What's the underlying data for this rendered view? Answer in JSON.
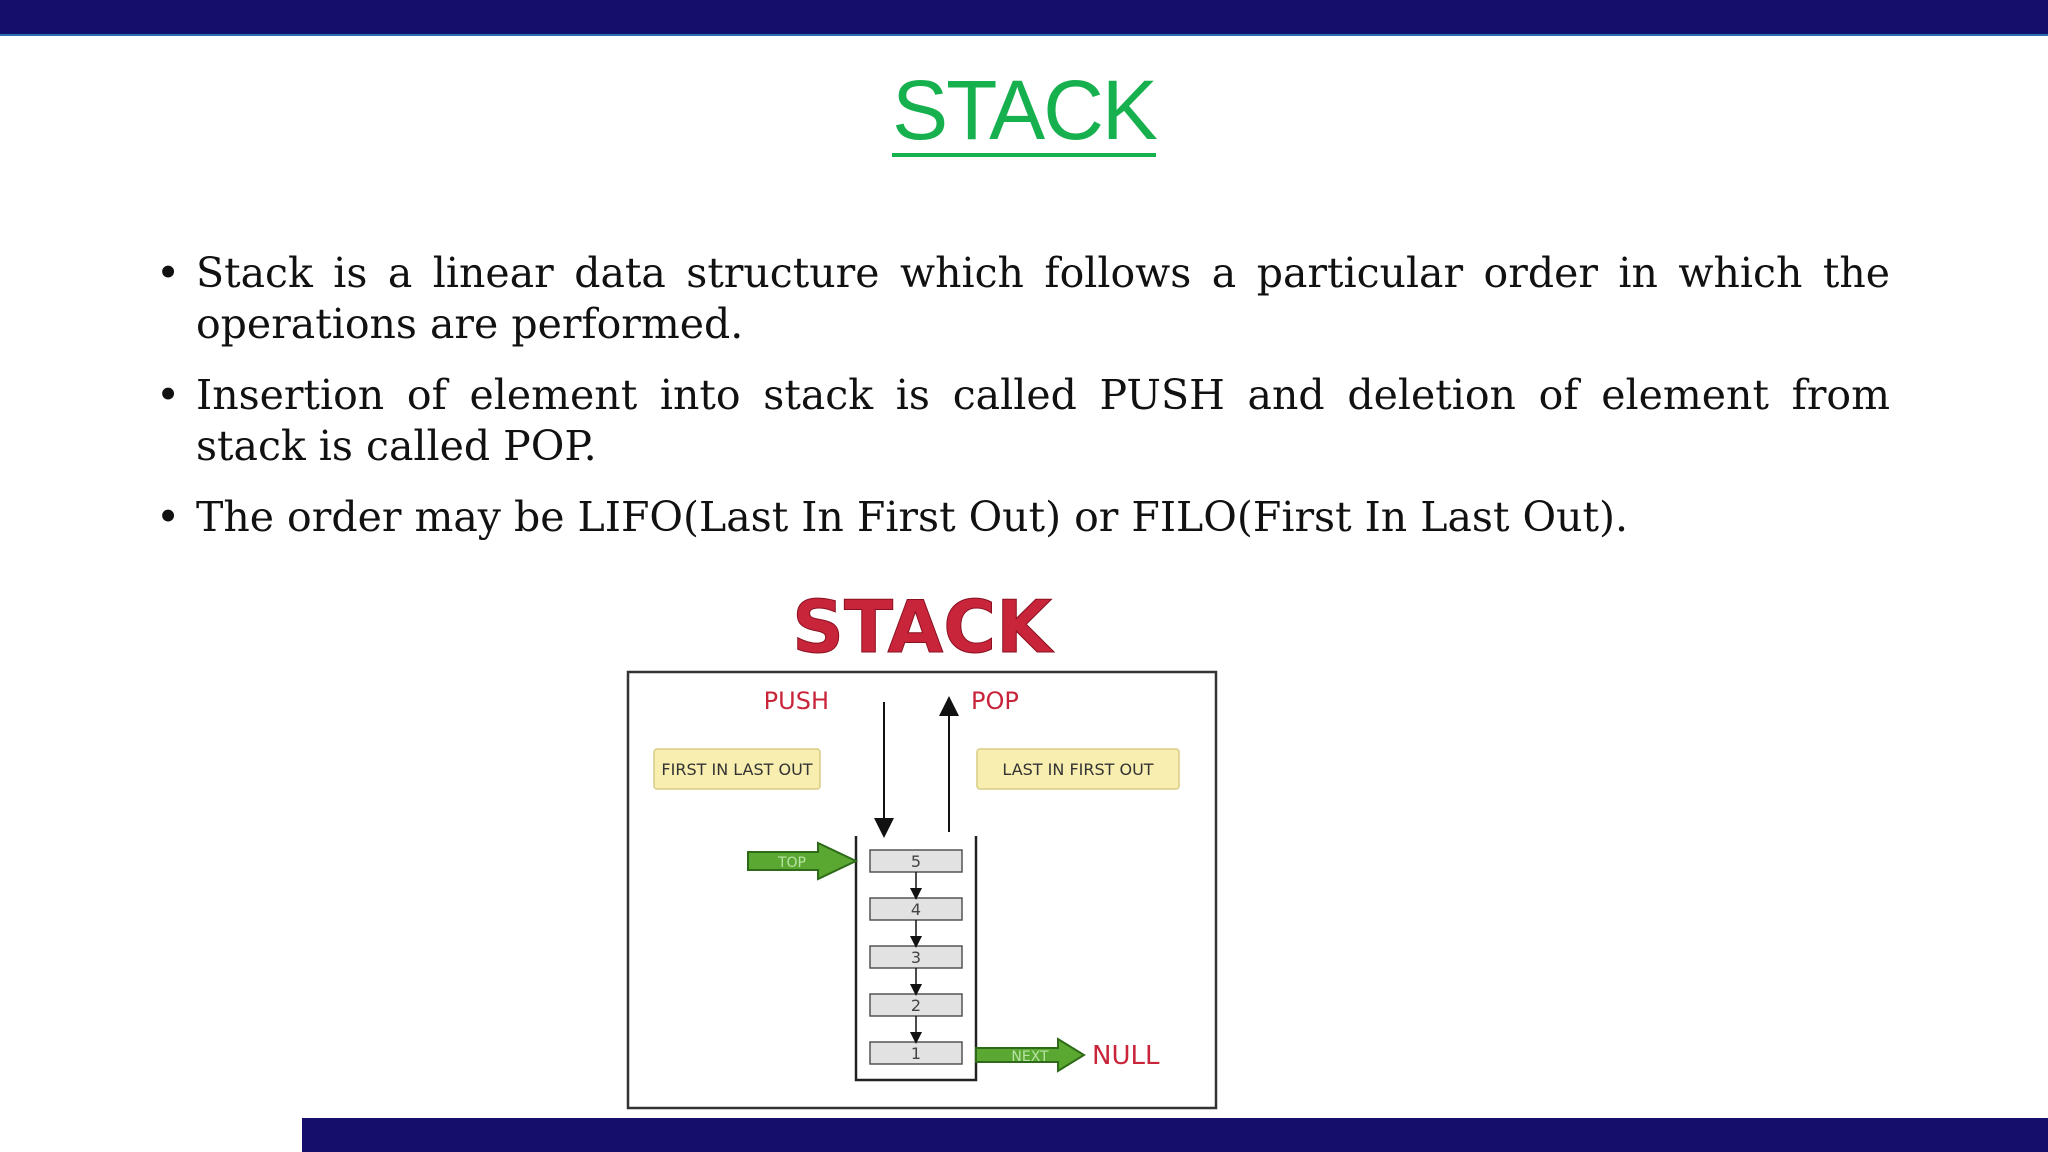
{
  "slide": {
    "title": "STACK",
    "bullets": [
      "Stack is a linear data structure which follows a particular order in which the operations are performed.",
      "Insertion of element into stack is called PUSH and deletion of element from stack is called POP.",
      "The order may be LIFO(Last In First Out) or FILO(First In Last Out)."
    ],
    "bullet_marker": "•"
  },
  "diagram": {
    "heading": "STACK",
    "push_label": "PUSH",
    "pop_label": "POP",
    "filo_label": "FIRST IN LAST OUT",
    "lifo_label": "LAST IN FIRST OUT",
    "top_label": "TOP",
    "next_label": "NEXT",
    "null_label": "NULL",
    "cells": [
      "5",
      "4",
      "3",
      "2",
      "1"
    ],
    "colors": {
      "heading": "#c8253b",
      "arrow_green": "#5aa832",
      "note_bg": "#f7eeb0",
      "bars": "#140f6b",
      "title": "#17b04f"
    }
  }
}
